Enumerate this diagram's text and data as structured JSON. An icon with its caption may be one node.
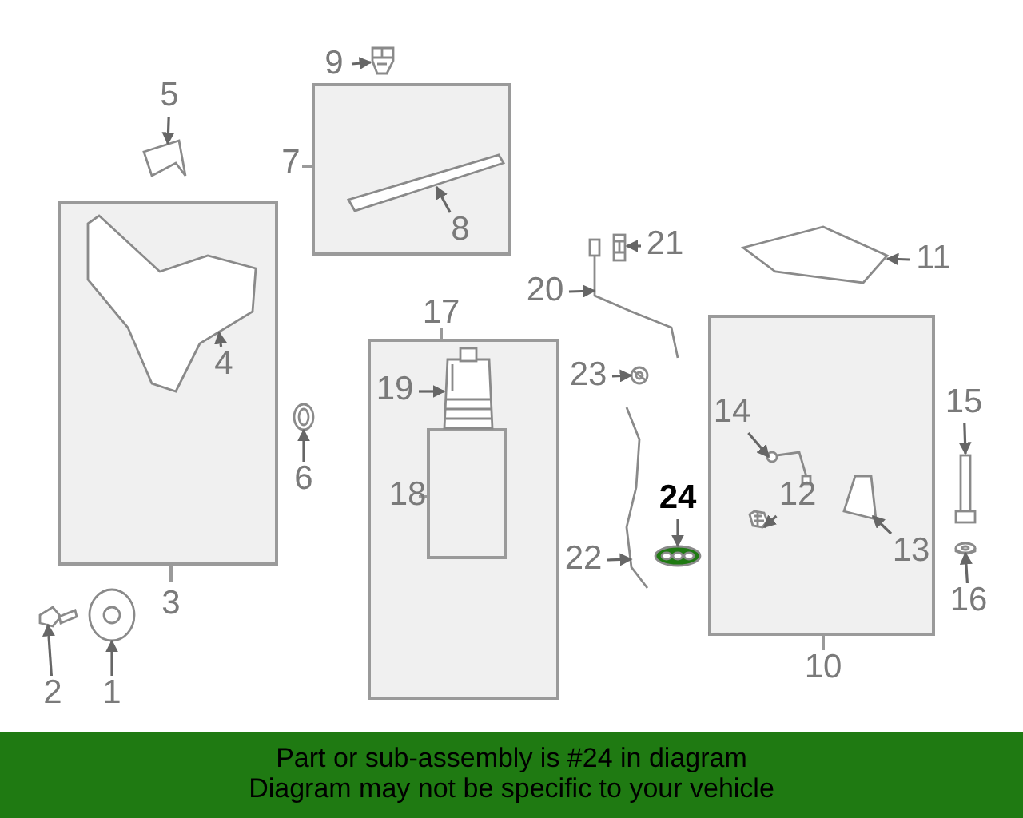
{
  "diagram": {
    "nodes": [
      {
        "text": [
          "9"
        ]
      },
      {
        "text": [
          "5"
        ]
      },
      {
        "text": [
          "7"
        ]
      },
      {
        "text": [
          "8"
        ],
        "in": 2
      },
      {
        "text": [
          "21"
        ]
      },
      {
        "text": [
          "20"
        ]
      },
      {
        "text": [
          "11"
        ]
      },
      {
        "text": [
          "3"
        ]
      },
      {
        "text": [
          "4"
        ],
        "in": 7
      },
      {
        "text": [
          "17"
        ]
      },
      {
        "text": [
          "19"
        ],
        "in": 9
      },
      {
        "text": [
          "18"
        ],
        "in": 9
      },
      {
        "text": [
          "23"
        ]
      },
      {
        "text": [
          "10"
        ]
      },
      {
        "text": [
          "14"
        ],
        "in": 13
      },
      {
        "text": [
          "12"
        ],
        "in": 13
      },
      {
        "text": [
          "13"
        ],
        "in": 13
      },
      {
        "text": [
          "15"
        ]
      },
      {
        "text": [
          "6"
        ]
      },
      {
        "text": [
          "24"
        ]
      },
      {
        "text": [
          "22"
        ]
      },
      {
        "text": [
          "16"
        ]
      },
      {
        "text": [
          "2"
        ]
      },
      {
        "text": [
          "1"
        ]
      },
      {
        "text": [],
        "shape": "picture"
      },
      {
        "text": [],
        "shape": "picture"
      },
      {
        "text": [],
        "shape": "picture",
        "in": 2
      },
      {
        "text": [],
        "shape": "picture"
      },
      {
        "text": [],
        "shape": "picture"
      },
      {
        "text": [],
        "shape": "picture"
      },
      {
        "text": [],
        "shape": "picture",
        "in": 7
      },
      {
        "text": [],
        "shape": "picture",
        "in": 9
      },
      {
        "text": [],
        "shape": "picture"
      },
      {
        "text": [],
        "shape": "picture",
        "in": 13
      },
      {
        "text": [],
        "shape": "picture",
        "in": 13
      },
      {
        "text": [],
        "shape": "picture",
        "in": 13
      },
      {
        "text": [],
        "shape": "picture"
      },
      {
        "text": [],
        "shape": "picture"
      },
      {
        "text": [],
        "shape": "picture"
      },
      {
        "text": [],
        "shape": "picture"
      },
      {
        "text": [],
        "shape": "picture"
      },
      {
        "text": [],
        "shape": "picture"
      },
      {
        "text": [],
        "shape": "picture"
      }
    ],
    "edges": [
      {
        "from": 0,
        "to": 24,
        "arrow": "to"
      },
      {
        "from": 1,
        "to": 25,
        "arrow": "to"
      },
      {
        "from": 3,
        "to": 26,
        "arrow": "to"
      },
      {
        "from": 4,
        "to": 27,
        "arrow": "to"
      },
      {
        "from": 5,
        "to": 28,
        "arrow": "to"
      },
      {
        "from": 6,
        "to": 29,
        "arrow": "to"
      },
      {
        "from": 8,
        "to": 30,
        "arrow": "to"
      },
      {
        "from": 10,
        "to": 31,
        "arrow": "to"
      },
      {
        "from": 12,
        "to": 32,
        "arrow": "to"
      },
      {
        "from": 14,
        "to": 33,
        "arrow": "to"
      },
      {
        "from": 15,
        "to": 34,
        "arrow": "to"
      },
      {
        "from": 16,
        "to": 35,
        "arrow": "to"
      },
      {
        "from": 17,
        "to": 36,
        "arrow": "to"
      },
      {
        "from": 18,
        "to": 37,
        "arrow": "to"
      },
      {
        "from": 19,
        "to": 38,
        "arrow": "to"
      },
      {
        "from": 20,
        "to": 39,
        "arrow": "to"
      },
      {
        "from": 21,
        "to": 40,
        "arrow": "to"
      },
      {
        "from": 22,
        "to": 41,
        "arrow": "to"
      },
      {
        "from": 23,
        "to": 42,
        "arrow": "to"
      }
    ],
    "labels": [
      "Part or sub-assembly is #24 in diagram",
      "Diagram may not be specific to your vehicle"
    ]
  }
}
